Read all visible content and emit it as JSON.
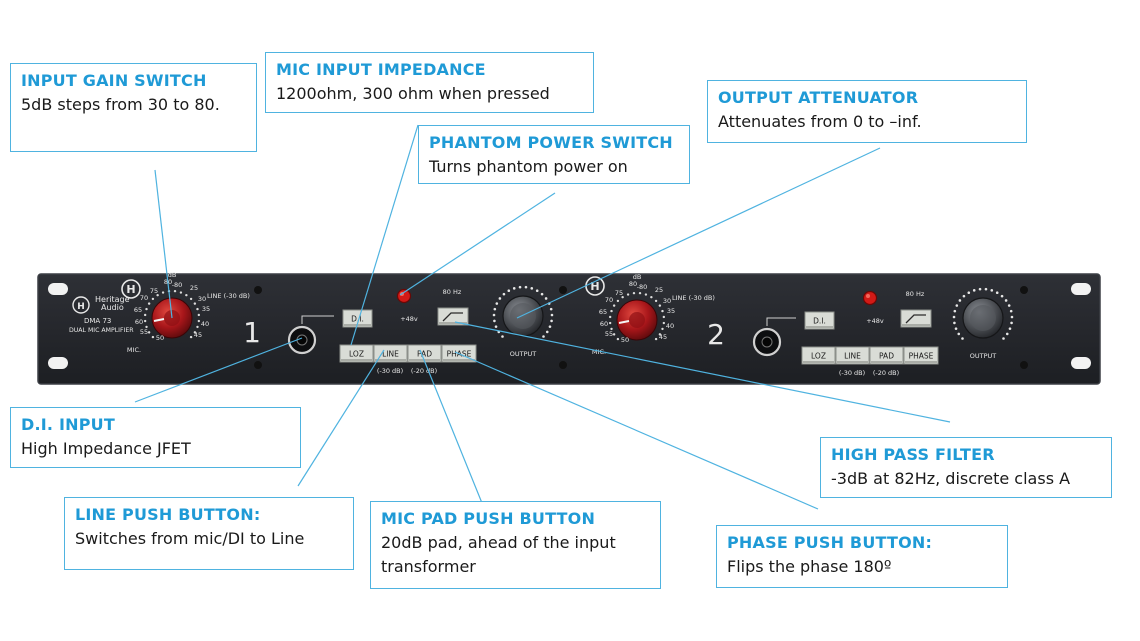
{
  "colors": {
    "callout_title": "#1f9ad6",
    "callout_border": "#4fb3e0",
    "leader_line": "#4fb3e0",
    "panel": "#24262b",
    "panel_edge": "#3c3f45",
    "knob_red": "#a8161a",
    "knob_grey": "#4a4d52",
    "button_face": "#d9dcd6",
    "led_red": "#d21a16"
  },
  "device": {
    "brand_line1": "Heritage",
    "brand_line2": "Audio",
    "model": "DMA 73",
    "subtitle": "DUAL MIC AMPLIFIER",
    "channels": [
      {
        "number": "1",
        "gain_unit": "dB",
        "gain_scale_mic": [
          "80",
          "75",
          "70",
          "65",
          "60",
          "55",
          "50"
        ],
        "gain_scale_line": [
          "-80",
          "25",
          "30",
          "35",
          "40",
          "45"
        ],
        "line_label": "LINE (-30 dB)",
        "mic_label": "MIC.",
        "phantom_label": "+48v",
        "hpf_label": "80 Hz",
        "output_label": "OUTPUT",
        "buttons": {
          "di": "D.I.",
          "loz": "LOZ",
          "line": "LINE",
          "pad": "PAD",
          "phase": "PHASE"
        },
        "line_note": "(-30 dB)",
        "pad_note": "(-20 dB)"
      },
      {
        "number": "2",
        "gain_unit": "dB",
        "gain_scale_mic": [
          "80",
          "75",
          "70",
          "65",
          "60",
          "55",
          "50"
        ],
        "gain_scale_line": [
          "-80",
          "25",
          "30",
          "35",
          "40",
          "45"
        ],
        "line_label": "LINE (-30 dB)",
        "mic_label": "MIC.",
        "phantom_label": "+48v",
        "hpf_label": "80 Hz",
        "output_label": "OUTPUT",
        "buttons": {
          "di": "D.I.",
          "loz": "LOZ",
          "line": "LINE",
          "pad": "PAD",
          "phase": "PHASE"
        },
        "line_note": "(-30 dB)",
        "pad_note": "(-20 dB)"
      }
    ]
  },
  "callouts": {
    "input_gain": {
      "title": "INPUT GAIN SWITCH",
      "desc": "5dB steps from 30 to 80."
    },
    "mic_impedance": {
      "title": "MIC INPUT IMPEDANCE",
      "desc": "1200ohm, 300 ohm when pressed"
    },
    "phantom": {
      "title": "PHANTOM POWER SWITCH",
      "desc": "Turns phantom power on"
    },
    "output_att": {
      "title": "OUTPUT ATTENUATOR",
      "desc": "Attenuates from 0 to –inf."
    },
    "di_input": {
      "title": "D.I. INPUT",
      "desc": "High Impedance JFET"
    },
    "high_pass": {
      "title": "HIGH PASS FILTER",
      "desc": "-3dB at 82Hz, discrete class A"
    },
    "line_button": {
      "title": "LINE PUSH BUTTON:",
      "desc": "Switches from mic/DI to Line"
    },
    "mic_pad": {
      "title": "MIC PAD PUSH BUTTON",
      "desc": "20dB pad, ahead of the input transformer"
    },
    "phase_button": {
      "title": "PHASE PUSH BUTTON:",
      "desc": "Flips the phase 180º"
    }
  }
}
